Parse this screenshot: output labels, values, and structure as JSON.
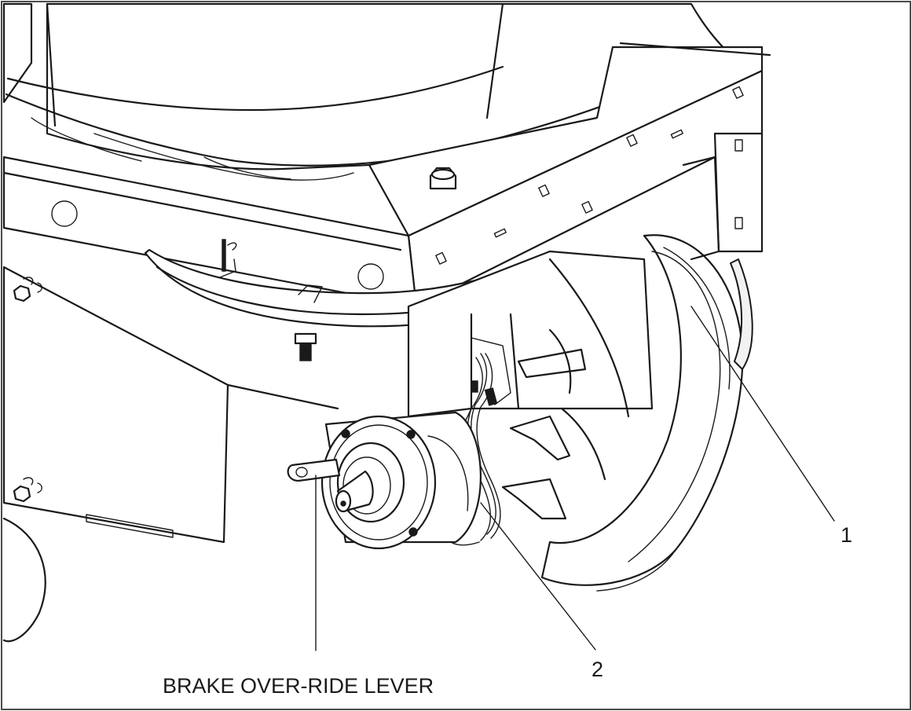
{
  "callouts": {
    "item_1": "1",
    "item_2": "2",
    "brake_lever": "BRAKE OVER-RIDE LEVER"
  }
}
